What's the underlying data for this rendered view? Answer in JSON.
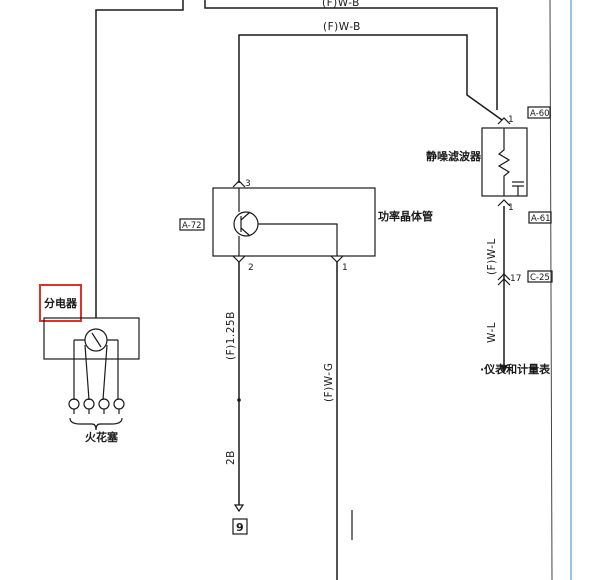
{
  "colors": {
    "ink": "#1a1a1a",
    "highlight": "#e0302a",
    "edge": "#7fb2d6"
  },
  "wires": {
    "top_cut": "(F)W-B",
    "top_loop": "(F)W-B",
    "filter_to_meter_upper": "(F)W-L",
    "filter_to_meter_lower": "W-L",
    "transistor_to_ground": "(F)1.25B",
    "transistor_down": "(F)W-G",
    "ground_wire": "2B"
  },
  "components": {
    "distributor": "分电器",
    "spark_plug": "火花塞",
    "power_transistor": "功率晶体管",
    "noise_filter": "静噪滤波器",
    "meter": "·仪表和计量表"
  },
  "connectors": {
    "a60": "A-60",
    "a61": "A-61",
    "a72": "A-72",
    "c25": "C-25"
  },
  "pins": {
    "filter_top": "1",
    "filter_bottom": "1",
    "c25_pin": "17",
    "transistor_top": "3",
    "transistor_left": "2",
    "transistor_right": "1"
  },
  "ground_ref": "9"
}
